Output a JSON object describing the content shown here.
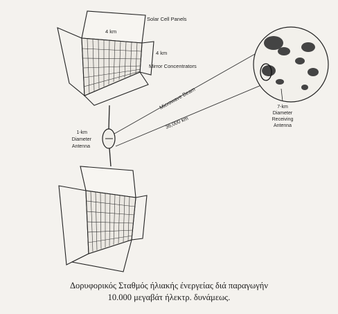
{
  "diagram": {
    "labels": {
      "solar_cell_panels": "Solar Cell Panels",
      "panel_width": "4 km",
      "panel_height": "4 km",
      "mirror_concentrators": "Mirror Concentrators",
      "microwave_beam": "Microwave Beam",
      "distance": "36,000 km",
      "transmit_antenna_line1": "1-km",
      "transmit_antenna_line2": "Diameter",
      "transmit_antenna_line3": "Antenna",
      "receive_antenna_line1": "7-km",
      "receive_antenna_line2": "Diameter",
      "receive_antenna_line3": "Receiving",
      "receive_antenna_line4": "Antenna"
    }
  },
  "caption": {
    "line1": "Δορυφορικός Σταθμός ήλιακής ένεργείας διά παραγωγήν",
    "line2": "10.000 μεγαβάτ ήλεκτρ. δυνάμεως."
  }
}
